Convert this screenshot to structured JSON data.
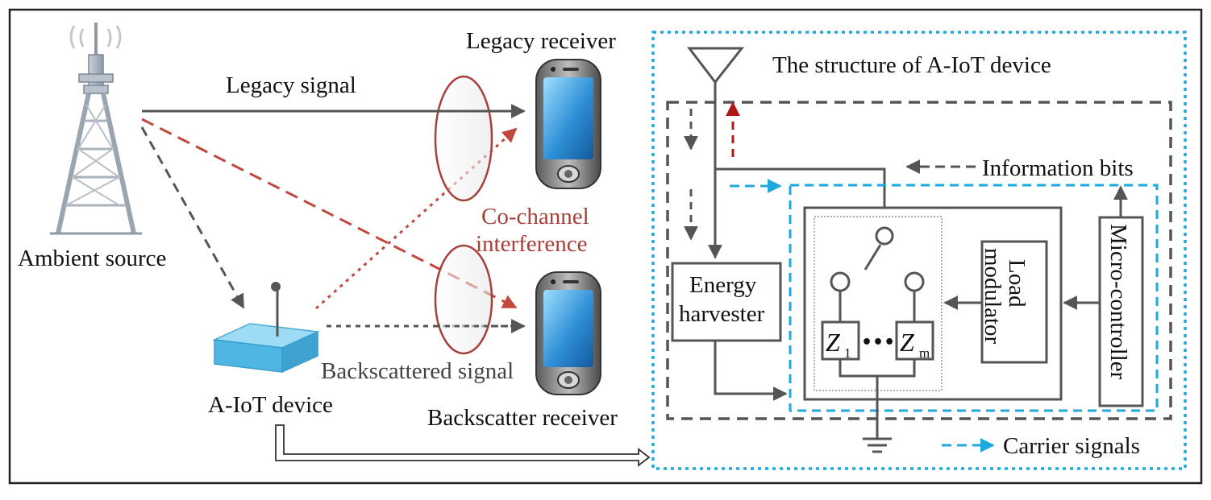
{
  "labels": {
    "ambient_source": "Ambient source",
    "legacy_signal": "Legacy signal",
    "legacy_receiver": "Legacy receiver",
    "co_channel_line1": "Co-channel",
    "co_channel_line2": "interference",
    "aiot_device": "A-IoT device",
    "backscattered_signal": "Backscattered signal",
    "backscatter_receiver": "Backscatter receiver",
    "structure_title": "The structure of A-IoT device",
    "information_bits": "Information bits",
    "energy_line1": "Energy",
    "energy_line2": "harvester",
    "load_line1": "Load",
    "load_line2": "modulator",
    "micro_controller": "Micro-controller",
    "z_letter_1": "Z",
    "z_sub_1": "1",
    "z_letter_m": "Z",
    "z_sub_m": "m",
    "ellipsis": "•••",
    "carrier_signals": "Carrier signals"
  },
  "colors": {
    "gray_line": "#555555",
    "red_dashed": "#c0483d",
    "blue_dashed": "#1ea8e0",
    "co_channel_text": "#a8403a",
    "device_blue": "#5fc3ea"
  }
}
